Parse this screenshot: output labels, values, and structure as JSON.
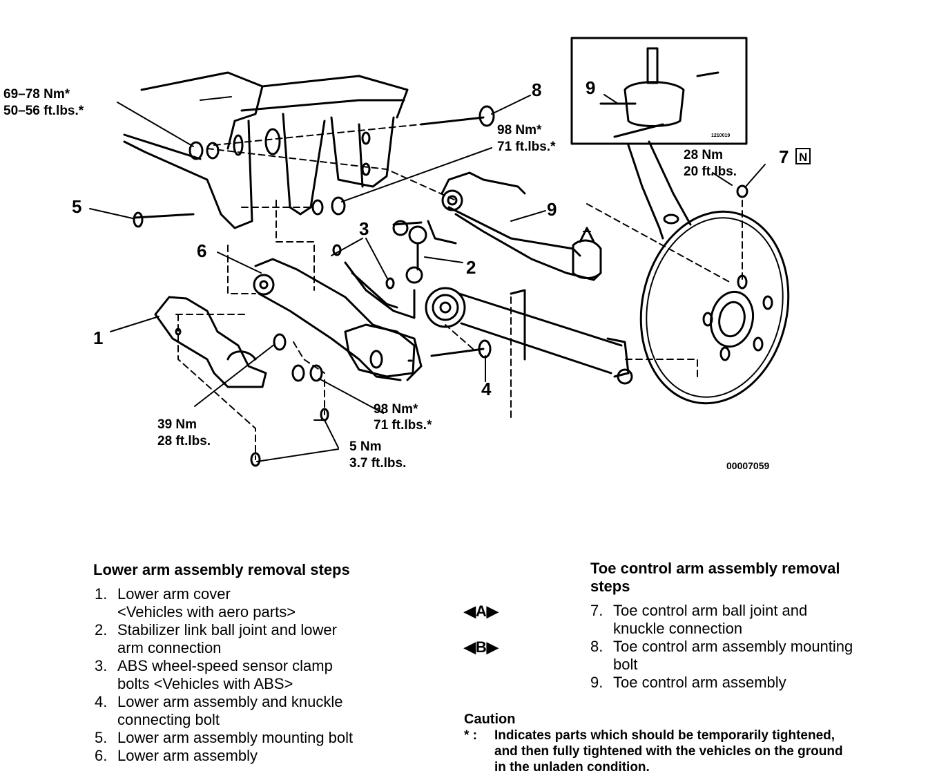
{
  "diagram": {
    "labels": {
      "p1": "1",
      "p2": "2",
      "p3": "3",
      "p4": "4",
      "p5": "5",
      "p6": "6",
      "p7": "7",
      "p8": "8",
      "p9": "9",
      "inset9": "9",
      "badge_n": "N"
    },
    "torques": {
      "t_69_nm": "69–78 Nm*",
      "t_69_ft": "50–56 ft.lbs.*",
      "t_98a_nm": "98 Nm*",
      "t_98a_ft": "71 ft.lbs.*",
      "t_28_nm": "28 Nm",
      "t_28_ft": "20 ft.lbs.",
      "t_39_nm": "39 Nm",
      "t_39_ft": "28 ft.lbs.",
      "t_98b_nm": "98 Nm*",
      "t_98b_ft": "71 ft.lbs.*",
      "t_5_nm": "5 Nm",
      "t_5_ft": "3.7 ft.lbs."
    },
    "figure_code": "00007059",
    "inset_code": "1210019"
  },
  "lower_arm": {
    "heading": "Lower arm assembly removal steps",
    "steps": [
      {
        "num": "1.",
        "lines": [
          "Lower arm cover",
          "<Vehicles with aero parts>"
        ]
      },
      {
        "num": "2.",
        "lines": [
          "Stabilizer link ball joint and lower",
          "arm connection"
        ]
      },
      {
        "num": "3.",
        "lines": [
          "ABS wheel-speed sensor clamp",
          "bolts <Vehicles with ABS>"
        ]
      },
      {
        "num": "4.",
        "lines": [
          "Lower arm assembly and knuckle",
          "connecting bolt"
        ]
      },
      {
        "num": "5.",
        "lines": [
          "Lower arm assembly mounting bolt"
        ]
      },
      {
        "num": "6.",
        "lines": [
          "Lower arm assembly"
        ]
      }
    ]
  },
  "toe_arm": {
    "heading_line1": "Toe control arm assembly removal",
    "heading_line2": "steps",
    "marker_a": "◀A▶",
    "marker_b": "◀B▶",
    "steps": [
      {
        "num": "7.",
        "lines": [
          "Toe control arm ball joint and",
          "knuckle connection"
        ]
      },
      {
        "num": "8.",
        "lines": [
          "Toe control arm assembly mounting",
          "bolt"
        ]
      },
      {
        "num": "9.",
        "lines": [
          "Toe control arm assembly"
        ]
      }
    ]
  },
  "caution": {
    "title": "Caution",
    "bullet": "* :",
    "lines": [
      "Indicates parts which should be temporarily tightened,",
      "and then fully tightened with the vehicles on the ground",
      "in the unladen condition."
    ]
  }
}
